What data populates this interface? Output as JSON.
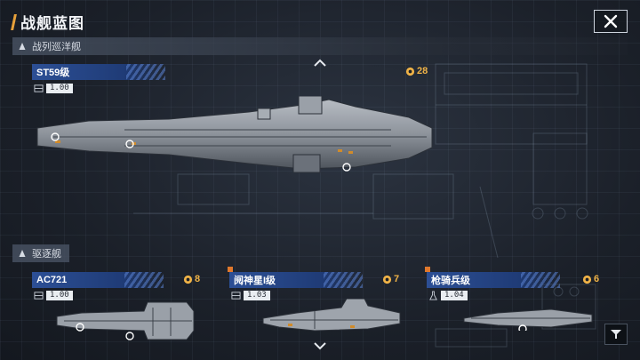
{
  "header": {
    "title": "战舰蓝图",
    "close_icon": "close-icon"
  },
  "sections": {
    "battlecruiser": {
      "label": "战列巡洋舰",
      "icon": "ship-up-icon"
    },
    "destroyer": {
      "label": "驱逐舰",
      "icon": "ship-up-icon"
    }
  },
  "featured_ship": {
    "name": "ST59级",
    "cost": "28",
    "ratio": "1.00",
    "ratio_icon": "blueprint-icon"
  },
  "destroyers": [
    {
      "name": "AC721",
      "cost": "8",
      "ratio": "1.00",
      "ratio_icon": "blueprint-icon",
      "new": false
    },
    {
      "name": "阋神星I级",
      "cost": "7",
      "ratio": "1.03",
      "ratio_icon": "blueprint-icon",
      "new": true
    },
    {
      "name": "枪骑兵级",
      "cost": "6",
      "ratio": "1.04",
      "ratio_icon": "flask-icon",
      "new": true
    }
  ],
  "colors": {
    "accent": "#e8a13a",
    "tag_blue": "#2c4f95",
    "new_marker": "#e0782c",
    "cost": "#f0b347"
  }
}
